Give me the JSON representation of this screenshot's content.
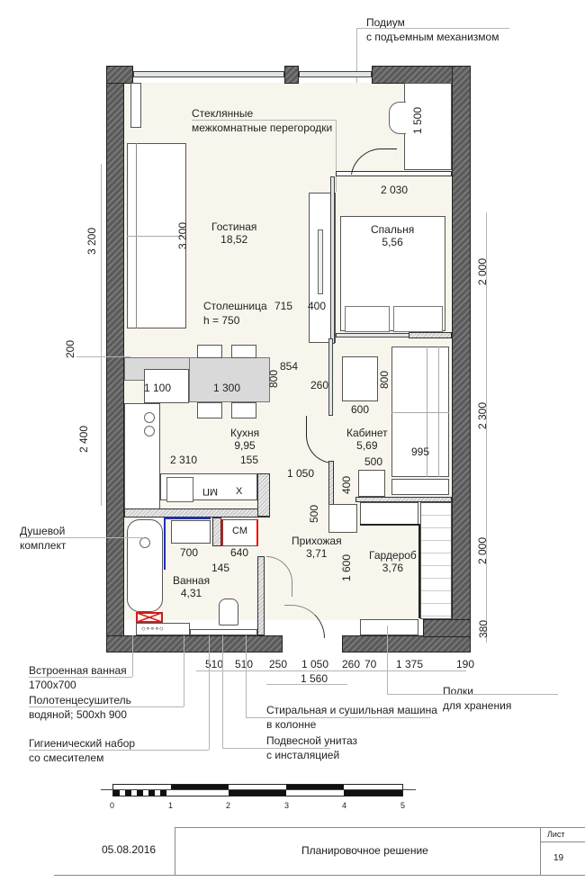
{
  "sheet": {
    "date": "05.08.2016",
    "title": "Планировочное решение",
    "sheet_label": "Лист",
    "sheet_number": "19"
  },
  "rooms": [
    {
      "name": "Гостиная",
      "area": "18,52"
    },
    {
      "name": "Спальня",
      "area": "5,56"
    },
    {
      "name": "Кухня",
      "area": "9,95"
    },
    {
      "name": "Кабинет",
      "area": "5,69"
    },
    {
      "name": "Прихожая",
      "area": "3,71"
    },
    {
      "name": "Гардероб",
      "area": "3,76"
    },
    {
      "name": "Ванная",
      "area": "4,31"
    }
  ],
  "callouts": {
    "podium": [
      "Подиум",
      "с подъемным механизмом"
    ],
    "glass": [
      "Стеклянные",
      "межкомнатные перегородки"
    ],
    "countertop": [
      "Столешница",
      "h = 750"
    ],
    "shower": [
      "Душевой",
      "комплект"
    ],
    "bathtub": [
      "Встроенная ванная",
      "1700x700"
    ],
    "towel": [
      "Полотенцесушитель",
      "водяной; 500xh 900"
    ],
    "hygiene": [
      "Гигиенический набор",
      "со смесителем"
    ],
    "washer": [
      "Стиральная и сушильная машина",
      "в колонне"
    ],
    "toilet": [
      "Подвесной унитаз",
      "с инсталяцией"
    ],
    "shelves": [
      "Полки",
      "для хранения"
    ]
  },
  "appliance_labels": {
    "dishwasher": "ПМ",
    "fridge": "Х",
    "washer": "СМ"
  },
  "dimensions": {
    "podium_len": "1 500",
    "bedroom_width": "2 030",
    "sofa_len": "3 200",
    "left_3200": "3 200",
    "left_200": "200",
    "left_2400": "2 400",
    "d715": "715",
    "d400_tv": "400",
    "d854": "854",
    "d800_table": "800",
    "d260": "260",
    "d1100": "1 100",
    "d1300": "1 300",
    "d2310": "2 310",
    "d155": "155",
    "d1050_mid": "1 050",
    "d600": "600",
    "d800_desk": "800",
    "d500_desk": "500",
    "d400_desk": "400",
    "d995": "995",
    "right_2000_top": "2 000",
    "right_2300": "2 300",
    "right_2000_bot": "2 000",
    "right_380": "380",
    "d700": "700",
    "d640": "640",
    "d145": "145",
    "d500_hall": "500",
    "d1600": "1 600",
    "bottom": [
      "510",
      "510",
      "250",
      "1 050",
      "260",
      "70",
      "1 375",
      "190"
    ],
    "bottom_total": "1 560"
  },
  "scale_bar": {
    "ticks": [
      "0",
      "1",
      "2",
      "3",
      "4",
      "5"
    ]
  },
  "colors": {
    "wall": "#5a5a5a",
    "floor": "#f8f5ec",
    "countertop": "#d9d9d9",
    "blue_line": "#1a2fd6",
    "red_line": "#d61a1a"
  }
}
